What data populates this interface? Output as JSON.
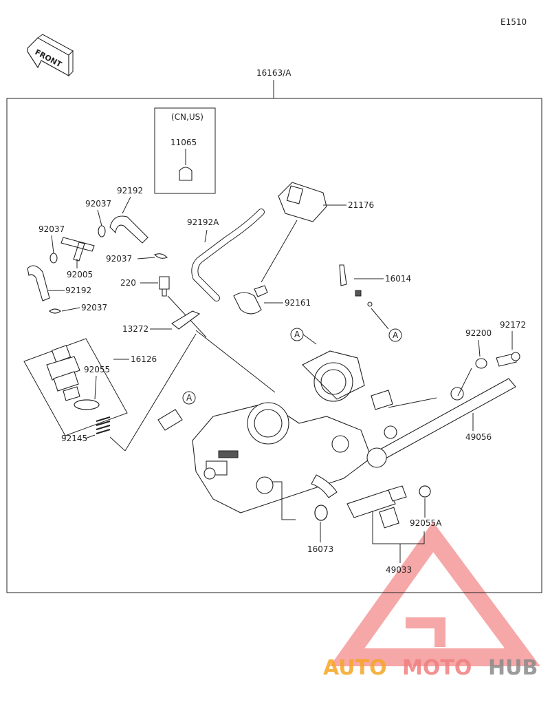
{
  "diagram_code": "E1510",
  "front_label": "FRONT",
  "assembly_label": "16163/A",
  "region_note": "(CN,US)",
  "ref_marker": "A",
  "part_labels": {
    "p11065": "11065",
    "p92192_top": "92192",
    "p92037_a": "92037",
    "p92037_b": "92037",
    "p92037_c": "92037",
    "p92037_d": "92037",
    "p92005": "92005",
    "p92192_left": "92192",
    "p92192A": "92192A",
    "p21176": "21176",
    "p220": "220",
    "p13272": "13272",
    "p92161": "92161",
    "p16014": "16014",
    "p16126": "16126",
    "p92055": "92055",
    "p92145": "92145",
    "p92200": "92200",
    "p92172": "92172",
    "p49056": "49056",
    "p16073": "16073",
    "p92055A": "92055A",
    "p49033": "49033"
  },
  "watermark": {
    "part1": "AUTO",
    "part2": "MOTO",
    "part3": "HUB",
    "color1": "#f5a623",
    "color2": "#f08080",
    "color3": "#8a8a8a"
  }
}
